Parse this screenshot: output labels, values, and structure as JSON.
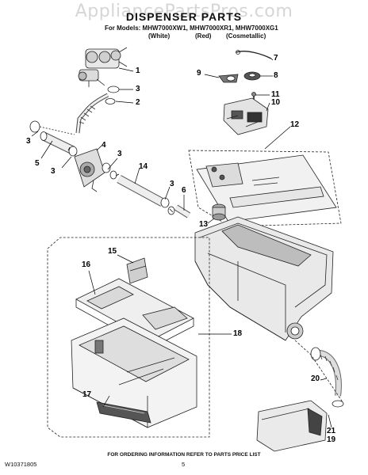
{
  "watermark": "AppliancePartsPros.com",
  "title": "DISPENSER PARTS",
  "models_line": "For Models: MHW7000XW1, MHW7000XR1, MHW7000XG1",
  "color_labels": [
    "(White)",
    "(Red)",
    "(Cosmetallic)"
  ],
  "callouts": [
    "1",
    "3",
    "2",
    "3",
    "4",
    "5",
    "3",
    "3",
    "14",
    "3",
    "6",
    "7",
    "8",
    "9",
    "11",
    "10",
    "12",
    "13",
    "15",
    "16",
    "18",
    "17",
    "20",
    "21",
    "19"
  ],
  "footer": "FOR ORDERING INFORMATION REFER TO PARTS PRICE LIST",
  "doc_number": "W10371805",
  "page_number": "5"
}
